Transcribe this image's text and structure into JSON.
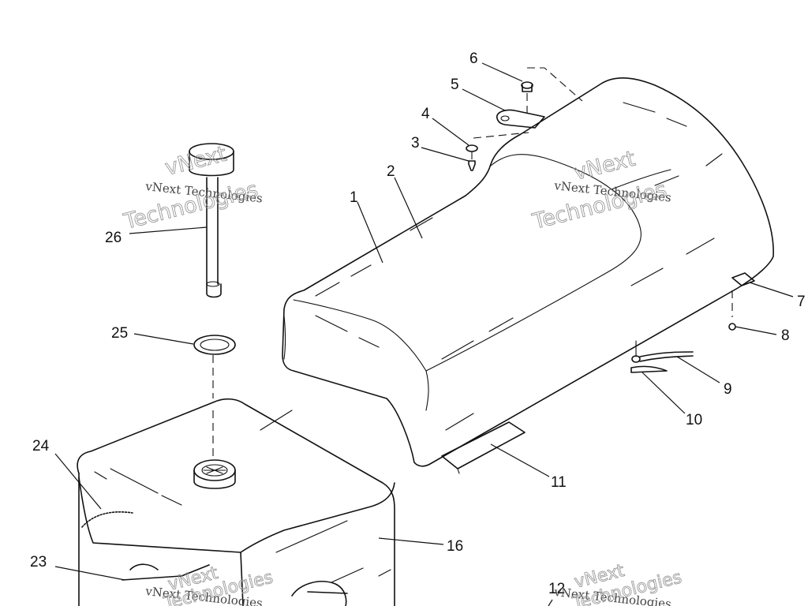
{
  "callouts": [
    "1",
    "2",
    "3",
    "4",
    "5",
    "6",
    "7",
    "8",
    "9",
    "10",
    "11",
    "12",
    "16",
    "23",
    "24",
    "25",
    "26"
  ],
  "watermark": {
    "line1": "vNext Technologies",
    "big1": "vNext",
    "big2": "Technologies"
  }
}
